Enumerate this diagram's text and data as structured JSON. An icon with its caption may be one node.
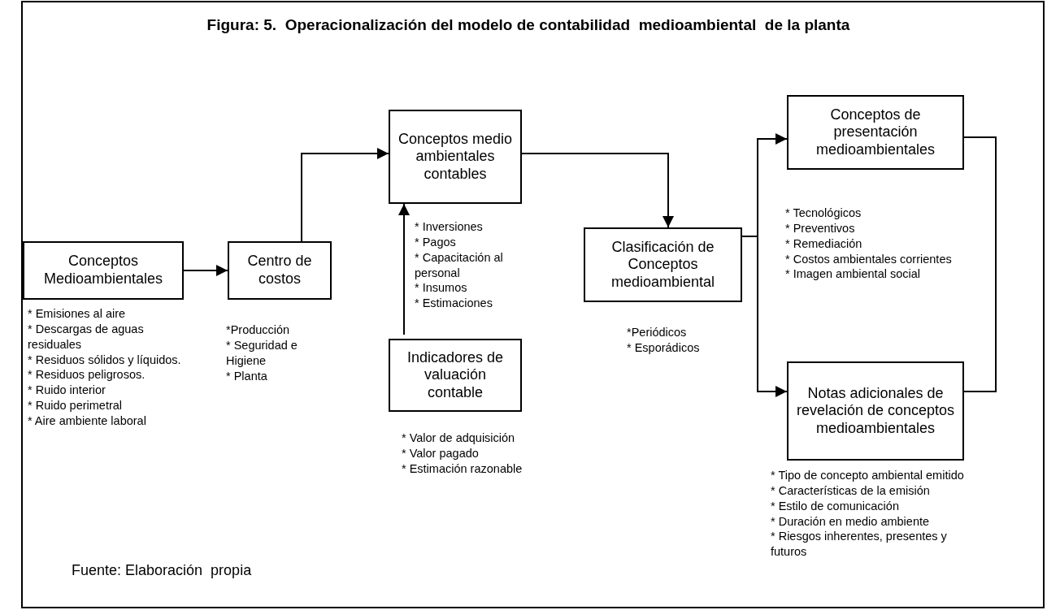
{
  "diagram": {
    "title": "Figura: 5.  Operacionalización del modelo de contabilidad  medioambiental  de la planta",
    "nodes": [
      {
        "text": [
          "Conceptos Medioambientales"
        ],
        "beside": [
          "* Emisiones al aire",
          "* Descargas de aguas residuales",
          "* Residuos sólidos y líquidos.",
          "* Residuos peligrosos.",
          "* Ruido interior",
          "* Ruido perimetral",
          "* Aire ambiente laboral"
        ]
      },
      {
        "text": [
          "Centro de costos"
        ],
        "beside": [
          "*Producción",
          "* Seguridad e Higiene",
          "* Planta"
        ]
      },
      {
        "text": [
          "Conceptos medio ambientales contables"
        ],
        "beside": [
          "* Inversiones",
          "* Pagos",
          "* Capacitación al personal",
          "* Insumos",
          "* Estimaciones"
        ]
      },
      {
        "text": [
          "Indicadores de valuación contable"
        ],
        "beside": [
          "* Valor de adquisición",
          "* Valor pagado",
          "* Estimación razonable"
        ]
      },
      {
        "text": [
          "Clasificación de Conceptos medioambiental"
        ],
        "beside": [
          "*Periódicos",
          "* Esporádicos"
        ]
      },
      {
        "text": [
          "Conceptos de presentación medioambientales"
        ],
        "beside": [
          "*  Tecnológicos",
          "* Preventivos",
          "*  Remediación",
          "* Costos ambientales corrientes",
          "* Imagen ambiental social"
        ]
      },
      {
        "text": [
          "Notas adicionales de revelación de conceptos medioambientales"
        ],
        "beside": [
          "* Tipo de concepto ambiental emitido",
          "* Características de la emisión",
          "* Estilo de comunicación",
          "* Duración en medio ambiente",
          "* Riesgos inherentes, presentes y futuros"
        ]
      }
    ],
    "edges": [
      {
        "from": 0,
        "to": 1,
        "arrow": "to"
      },
      {
        "from": 1,
        "to": 2,
        "arrow": "to"
      },
      {
        "from": 3,
        "to": 2,
        "arrow": "to"
      },
      {
        "from": 2,
        "to": 4,
        "arrow": "to"
      },
      {
        "from": 4,
        "to": 5,
        "arrow": "to"
      },
      {
        "from": 4,
        "to": 6,
        "arrow": "to"
      },
      {
        "from": 5,
        "to": 6,
        "arrow": "none"
      }
    ],
    "labels": [
      "Fuente: Elaboración  propia"
    ]
  }
}
